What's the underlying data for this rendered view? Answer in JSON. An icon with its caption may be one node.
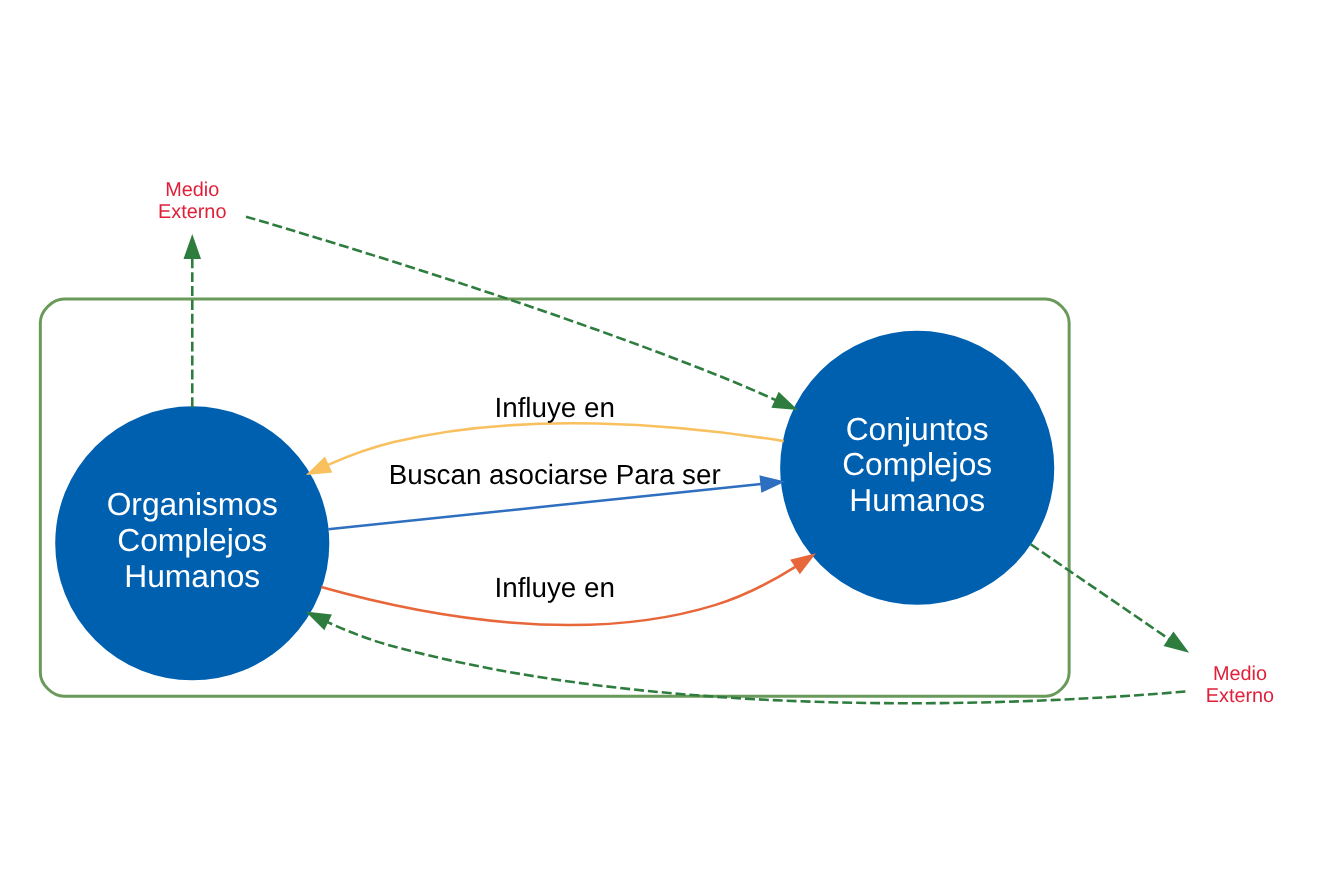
{
  "diagram": {
    "nodes": [
      {
        "text": [
          "Medio Externo"
        ]
      },
      {
        "text": [],
        "shape": "box"
      },
      {
        "text": [
          "Organismos Complejos Humanos"
        ],
        "in": 1
      },
      {
        "text": [
          "Conjuntos Complejos Humanos"
        ],
        "in": 1
      },
      {
        "text": [
          "Medio Externo"
        ]
      }
    ],
    "edges": [
      {
        "from": 2,
        "to": 0,
        "arrow": "to",
        "style": "dashed"
      },
      {
        "from": 0,
        "to": 3,
        "arrow": "to",
        "style": "dashed"
      },
      {
        "from": 2,
        "to": 3,
        "arrow": "to",
        "label": "Influye en",
        "color": "#e8673a"
      },
      {
        "from": 2,
        "to": 3,
        "arrow": "to",
        "label": "Buscan asociarse Para ser",
        "color": "#2e6fc0"
      },
      {
        "from": 3,
        "to": 2,
        "arrow": "to",
        "label": "Influye en",
        "color": "#f9c060"
      },
      {
        "from": 3,
        "to": 4,
        "arrow": "to",
        "style": "dashed"
      },
      {
        "from": 4,
        "to": 2,
        "arrow": "to",
        "style": "dashed"
      }
    ]
  }
}
